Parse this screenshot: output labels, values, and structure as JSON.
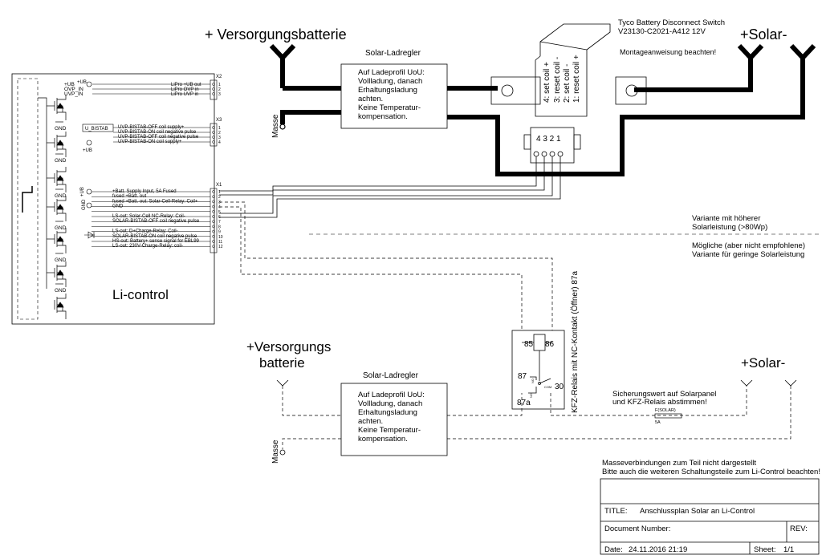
{
  "labels": {
    "top_battery": "+ Versorgungsbatterie",
    "bottom_battery_1": "+Versorgungs",
    "bottom_battery_2": "batterie",
    "solar_top": "+Solar-",
    "solar_bottom": "+Solar-",
    "masse_top": "Masse",
    "masse_bottom": "Masse",
    "regler_top": "Solar-Ladregler",
    "regler_bottom": "Solar-Ladregler",
    "li_control": "Li-control",
    "tyco_1": "Tyco Battery Disconnect Switch",
    "tyco_2": "V23130-C2021-A412      12V",
    "montage": "Montageanweisung beachten!",
    "pin_nums": "4 3 2 1",
    "variante_hoch_1": "Variante mit höherer",
    "variante_hoch_2": "Solarleistung (>80Wp)",
    "variante_gering_1": "Mögliche (aber nicht empfohlene)",
    "variante_gering_2": "Variante für geringe Solarleistung",
    "kfz_relais": "KFZ-Relais mit NC-Kontakt (Öffner) 87a",
    "relay_85": "85",
    "relay_86": "86",
    "relay_87": "87",
    "relay_87a": "87a",
    "relay_30": "30",
    "relay_com": "COM",
    "relay_no": "NO",
    "relay_nc": "NC",
    "sicherung_1": "Sicherungswert auf Solarpanel",
    "sicherung_2": "und KFZ-Relais abstimmen!",
    "fuse_name": "F(SOLAR)",
    "fuse_value": "5A",
    "gnd": "GND",
    "ub": "+UB",
    "u_bistab": "U_BISTAB",
    "x1": "X1",
    "x2": "X2",
    "x3": "X3"
  },
  "regler_text": [
    "Auf Ladeprofil UoU:",
    "Vollladung, danach",
    "Erhaltungsladung",
    "achten.",
    "Keine Temperatur-",
    "kompensation."
  ],
  "coil_labels": [
    "4: set coil +",
    "3: reset coil -",
    "2: set coil -",
    "1: reset coil +"
  ],
  "x2_left": [
    "+UB",
    "OVP_IN",
    "UVP_IN"
  ],
  "x2_right": [
    "LiPro +UB out",
    "LiPro OVP in",
    "LiPro UVP in"
  ],
  "x3_lines": [
    "UVP-BISTAB-OFF coil supply+",
    "UVP-BISTAB-ON coil negative pulse",
    "UVP-BISTAB-OFF coil negative pulse",
    "UVP-BISTAB-ON coil supply+"
  ],
  "x1_lines": [
    "+Batt. Supply Input, 5A Fused",
    "fused +Batt. out",
    "fused +Batt. out: Solar-Cell-Relay: Coil+",
    "GND",
    "",
    "LS-out: Solar-Cell NC-Relay: Coil-",
    "SOLAR-BISTAB-OFF coil negative pulse",
    "",
    "LS-out: D+Charge-Relay: Coil-",
    "SOLAR-BISTAB-ON coil negative pulse",
    "HS-out: Battery+ sense signal for EBL99",
    "LS-out: 230V-Charge-Relay: coil-"
  ],
  "notes": {
    "line1": "Masseverbindungen zum Teil nicht dargestellt",
    "line2": "Bitte auch die weiteren Schaltungsteile zum Li-Control beachten!"
  },
  "title_block": {
    "title_label": "TITLE:",
    "title_value": "Anschlussplan Solar an Li-Control",
    "docnum_label": "Document Number:",
    "rev_label": "REV:",
    "date_label": "Date:",
    "date_value": "24.11.2016 21:19",
    "sheet_label": "Sheet:",
    "sheet_value": "1/1"
  }
}
